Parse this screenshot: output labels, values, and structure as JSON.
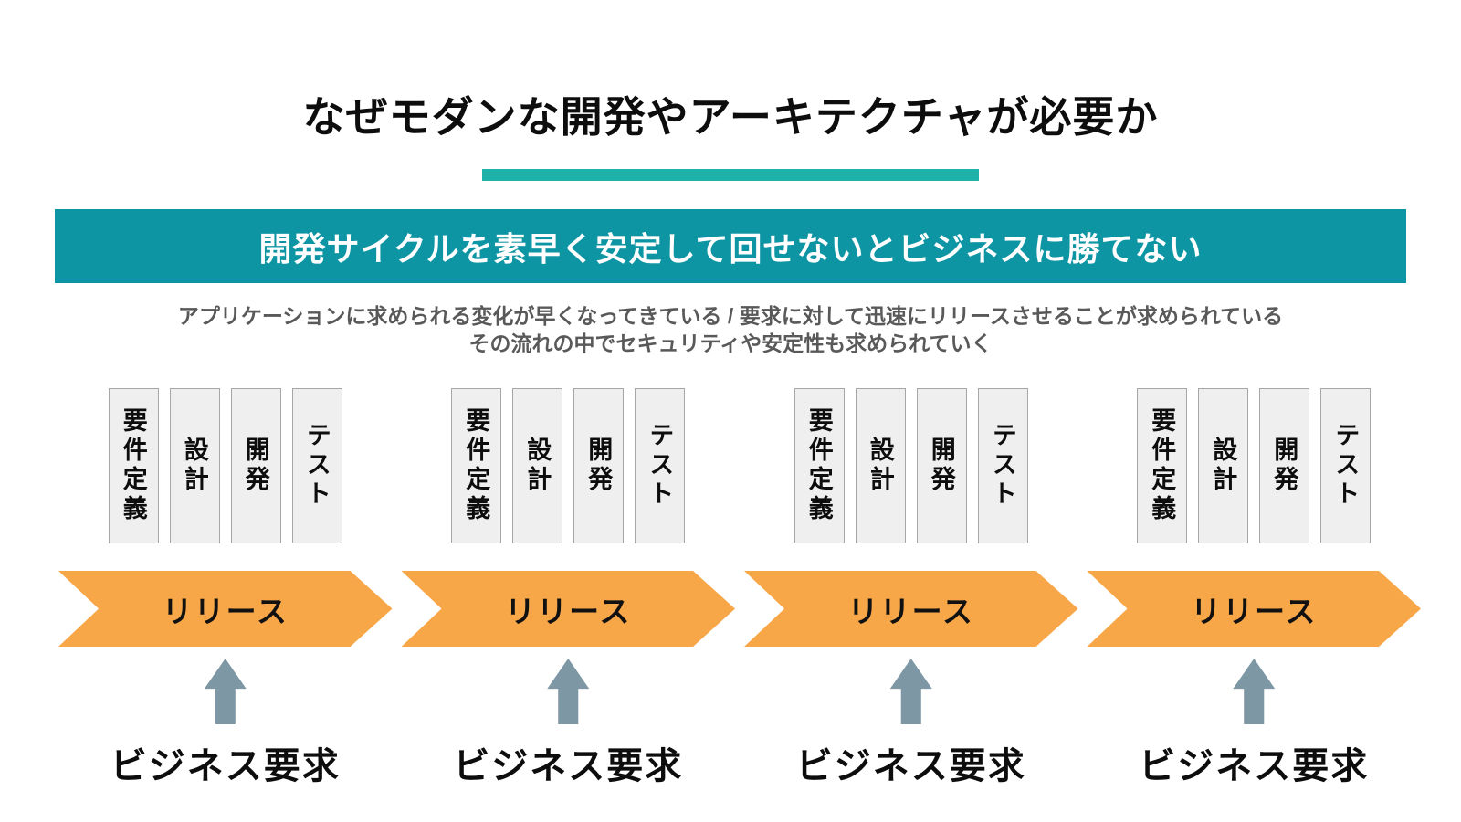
{
  "slide": {
    "title": "なぜモダンな開発やアーキテクチャが必要か",
    "banner": "開発サイクルを素早く安定して回せないとビジネスに勝てない",
    "subtitle_line1": "アプリケーションに求められる変化が早くなってきている / 要求に対して迅速にリリースさせることが求められている",
    "subtitle_line2": "その流れの中でセキュリティや安定性も求められていく",
    "colors": {
      "banner_teal": "#0E95A4",
      "underline_teal": "#1FB2AB",
      "release_orange": "#F7A648",
      "up_arrow_gray": "#7E97A5",
      "stage_box_fill": "#EFEFEF",
      "stage_box_border": "#A6A6A6",
      "subtitle_gray": "#595959"
    },
    "cycles": [
      {
        "stages": [
          "要件定義",
          "設計",
          "開発",
          "テスト"
        ],
        "release_label": "リリース",
        "business_label": "ビジネス要求"
      },
      {
        "stages": [
          "要件定義",
          "設計",
          "開発",
          "テスト"
        ],
        "release_label": "リリース",
        "business_label": "ビジネス要求"
      },
      {
        "stages": [
          "要件定義",
          "設計",
          "開発",
          "テスト"
        ],
        "release_label": "リリース",
        "business_label": "ビジネス要求"
      },
      {
        "stages": [
          "要件定義",
          "設計",
          "開発",
          "テスト"
        ],
        "release_label": "リリース",
        "business_label": "ビジネス要求"
      }
    ]
  }
}
